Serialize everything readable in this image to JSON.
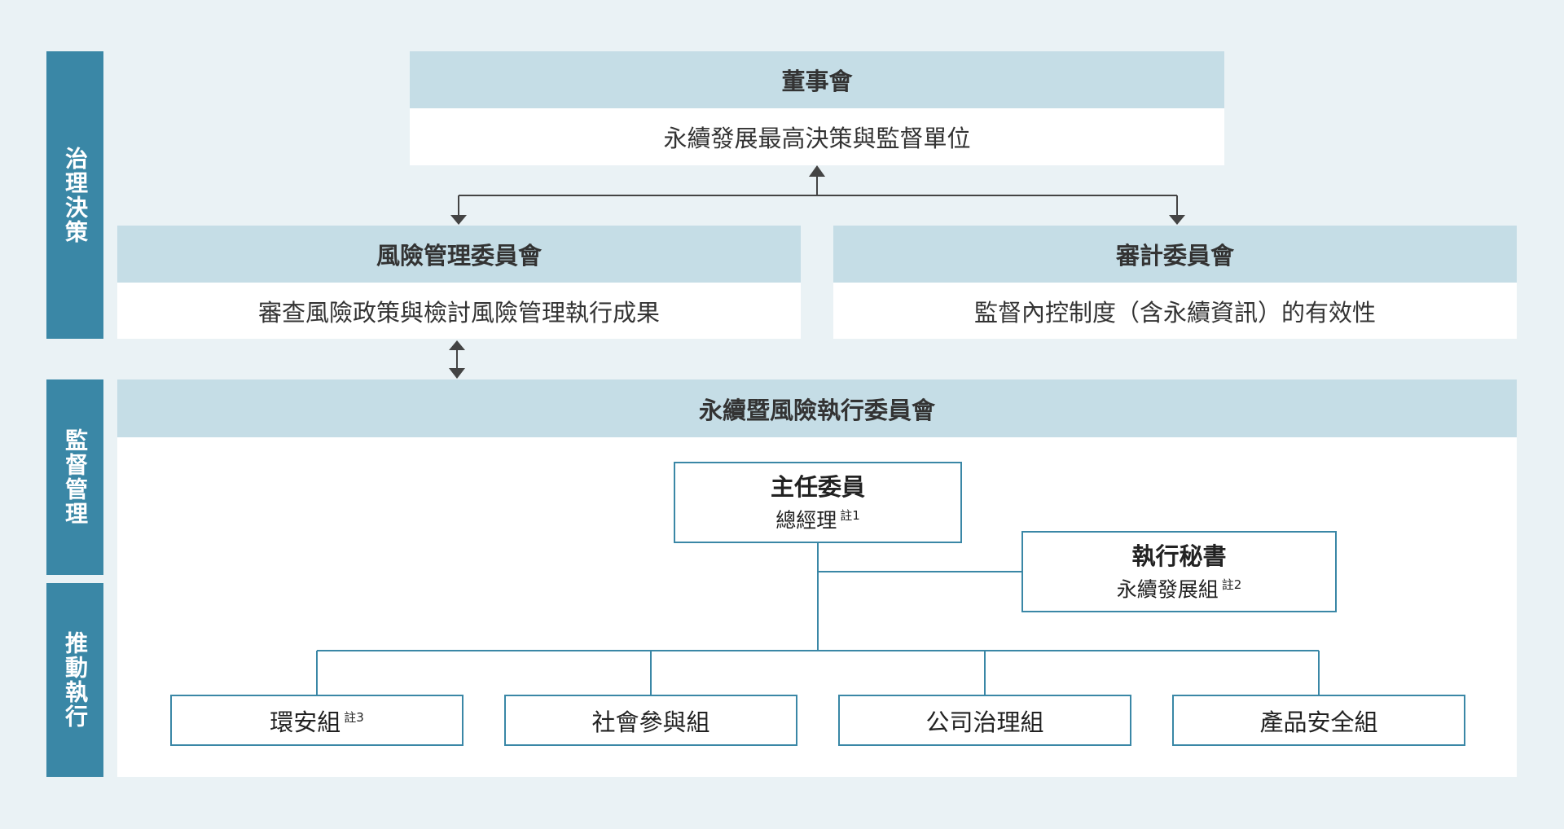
{
  "sidebar": {
    "governance": "治理決策",
    "supervision": "監督管理",
    "execution": "推動執行"
  },
  "board": {
    "title": "董事會",
    "desc": "永續發展最高決策與監督單位"
  },
  "risk_committee": {
    "title": "風險管理委員會",
    "desc": "審查風險政策與檢討風險管理執行成果"
  },
  "audit_committee": {
    "title": "審計委員會",
    "desc": "監督內控制度（含永續資訊）的有效性"
  },
  "exec_committee": {
    "title": "永續暨風險執行委員會",
    "chair": {
      "title": "主任委員",
      "name": "總經理",
      "note": "註1"
    },
    "secretary": {
      "title": "執行秘書",
      "name": "永續發展組",
      "note": "註2"
    },
    "groups": [
      {
        "label": "環安組",
        "note": "註3"
      },
      {
        "label": "社會參與組",
        "note": ""
      },
      {
        "label": "公司治理組",
        "note": ""
      },
      {
        "label": "產品安全組",
        "note": ""
      }
    ]
  },
  "colors": {
    "accent": "#3a87a6",
    "header_bg": "#c5dde6",
    "page_bg": "#eaf2f5"
  }
}
